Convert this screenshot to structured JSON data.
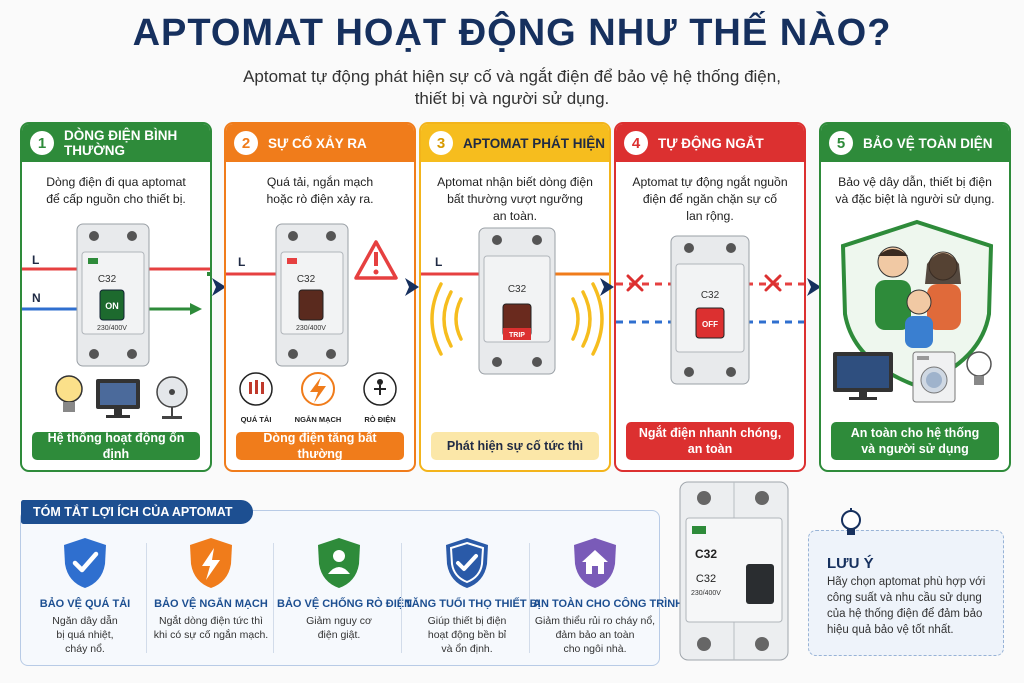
{
  "title": "APTOMAT HOẠT ĐỘNG NHƯ THẾ NÀO?",
  "subtitle_line1": "Aptomat tự động phát hiện sự cố và ngắt điện để bảo vệ hệ thống điện,",
  "subtitle_line2": "thiết bị và người sử dụng.",
  "steps": [
    {
      "num": "1",
      "title": "DÒNG ĐIỆN BÌNH THƯỜNG",
      "desc": [
        "Dòng điện đi qua aptomat",
        "để cấp nguồn cho thiết bị."
      ],
      "footer": "Hệ thống hoạt động ổn định",
      "wire_l": "L",
      "wire_n": "N",
      "breaker_model": "C32",
      "breaker_state": "ON",
      "breaker_rating": "230/400V"
    },
    {
      "num": "2",
      "title": "SỰ CỐ XẢY RA",
      "desc": [
        "Quá tải, ngắn mạch",
        "hoặc rò điện xảy ra."
      ],
      "footer": "Dòng điện tăng bất thường",
      "wire_l": "L",
      "breaker_model": "C32",
      "breaker_rating": "230/400V",
      "faults": [
        "QUÁ TẢI",
        "NGẮN MẠCH",
        "RÒ ĐIỆN"
      ]
    },
    {
      "num": "3",
      "title": "APTOMAT PHÁT HIỆN",
      "desc": [
        "Aptomat nhận biết dòng điện",
        "bất thường vượt ngưỡng",
        "an toàn."
      ],
      "footer": "Phát hiện sự cố tức thì",
      "wire_l": "L",
      "breaker_model": "C32",
      "breaker_state": "TRIP"
    },
    {
      "num": "4",
      "title": "TỰ ĐỘNG NGẮT",
      "desc": [
        "Aptomat tự động ngắt nguồn",
        "điện để ngăn chặn sự cố",
        "lan rộng."
      ],
      "footer_line1": "Ngắt điện nhanh chóng,",
      "footer_line2": "an toàn",
      "breaker_model": "C32",
      "breaker_state": "OFF"
    },
    {
      "num": "5",
      "title": "BẢO VỆ TOÀN DIỆN",
      "desc": [
        "Bảo vệ dây dẫn, thiết bị điện",
        "và đặc biệt là người sử dụng."
      ],
      "footer_line1": "An toàn cho hệ thống",
      "footer_line2": "và người sử dụng"
    }
  ],
  "summary": {
    "heading": "TÓM TẮT LỢI ÍCH CỦA APTOMAT",
    "benefits": [
      {
        "title": "BẢO VỆ QUÁ TẢI",
        "desc": [
          "Ngăn dây dẫn",
          "bị quá nhiệt,",
          "cháy nổ."
        ],
        "color": "#2f6fcf",
        "icon": "check-icon"
      },
      {
        "title": "BẢO VỆ NGẮN MẠCH",
        "desc": [
          "Ngắt dòng điện tức thì",
          "khi có sự cố ngắn mạch."
        ],
        "color": "#f07c1b",
        "icon": "lightning-icon"
      },
      {
        "title": "BẢO VỆ CHỐNG RÒ ĐIỆN",
        "desc": [
          "Giảm nguy cơ",
          "điện giật."
        ],
        "color": "#2e8b3a",
        "icon": "person-icon"
      },
      {
        "title": "TĂNG TUỔI THỌ THIẾT BỊ",
        "desc": [
          "Giúp thiết bị điện",
          "hoạt động bền bỉ",
          "và ổn định."
        ],
        "color": "#2a5aa8",
        "icon": "check-icon"
      },
      {
        "title": "AN TOÀN CHO CÔNG TRÌNH",
        "desc": [
          "Giảm thiểu rủi ro cháy nổ,",
          "đảm bảo an toàn",
          "cho ngôi nhà."
        ],
        "color": "#7a5bb8",
        "icon": "house-icon"
      }
    ]
  },
  "big_breaker": {
    "model_top": "C32",
    "model": "C32",
    "rating": "230/400V"
  },
  "note": {
    "title": "LƯU Ý",
    "desc": [
      "Hãy chọn aptomat phù hợp với",
      "công suất và nhu cầu sử dụng",
      "của hệ thống điện để đảm bảo",
      "hiệu quả bảo vệ tốt nhất."
    ]
  },
  "colors": {
    "green": "#2e8b3a",
    "orange": "#f07c1b",
    "yellow": "#f6bd1e",
    "red": "#dc3030",
    "navy": "#16305e",
    "live_wire": "#e64040",
    "neutral_wire": "#2f6fcf"
  }
}
